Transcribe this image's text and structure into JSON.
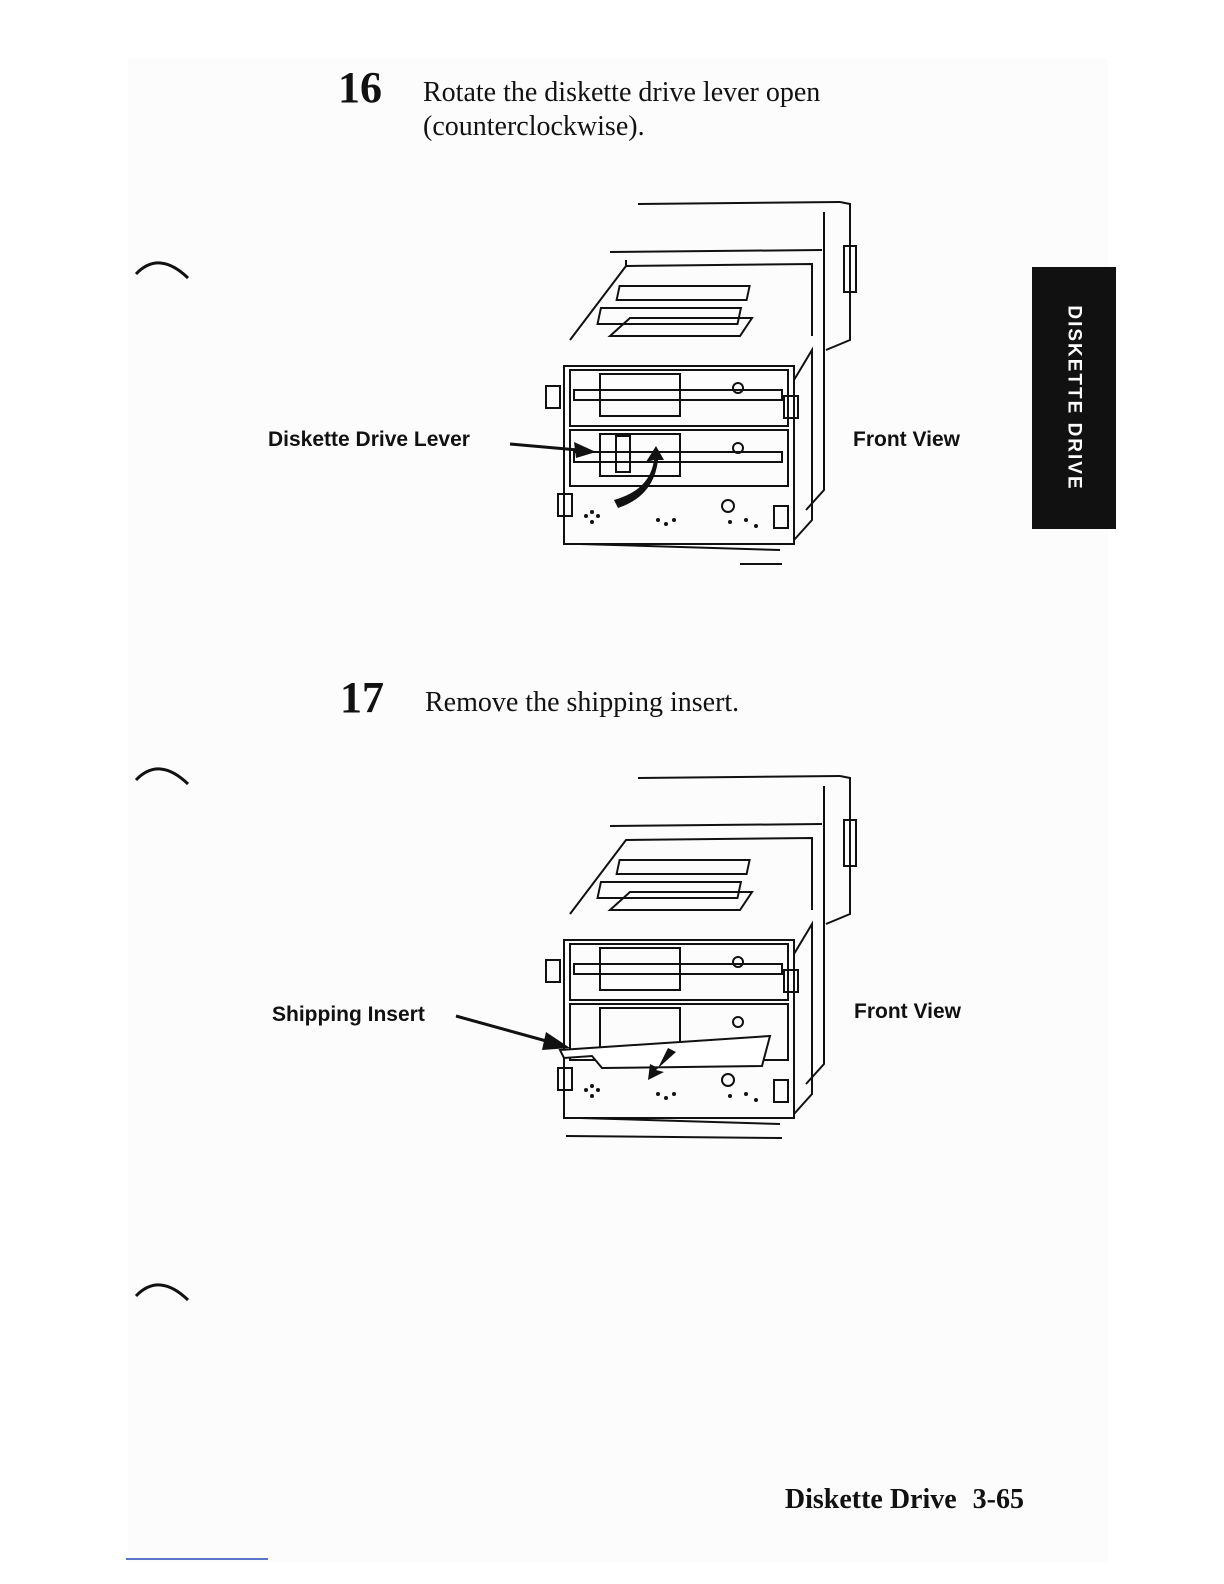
{
  "steps": [
    {
      "number": "16",
      "text_line1": "Rotate the diskette drive lever open",
      "text_line2": "(counterclockwise)."
    },
    {
      "number": "17",
      "text_line1": "Remove the shipping insert."
    }
  ],
  "figures": [
    {
      "callout": "Diskette Drive Lever",
      "view_label": "Front View"
    },
    {
      "callout": "Shipping Insert",
      "view_label": "Front View"
    }
  ],
  "side_tab": "DISKETTE DRIVE",
  "footer": {
    "section": "Diskette Drive",
    "page": "3-65"
  }
}
